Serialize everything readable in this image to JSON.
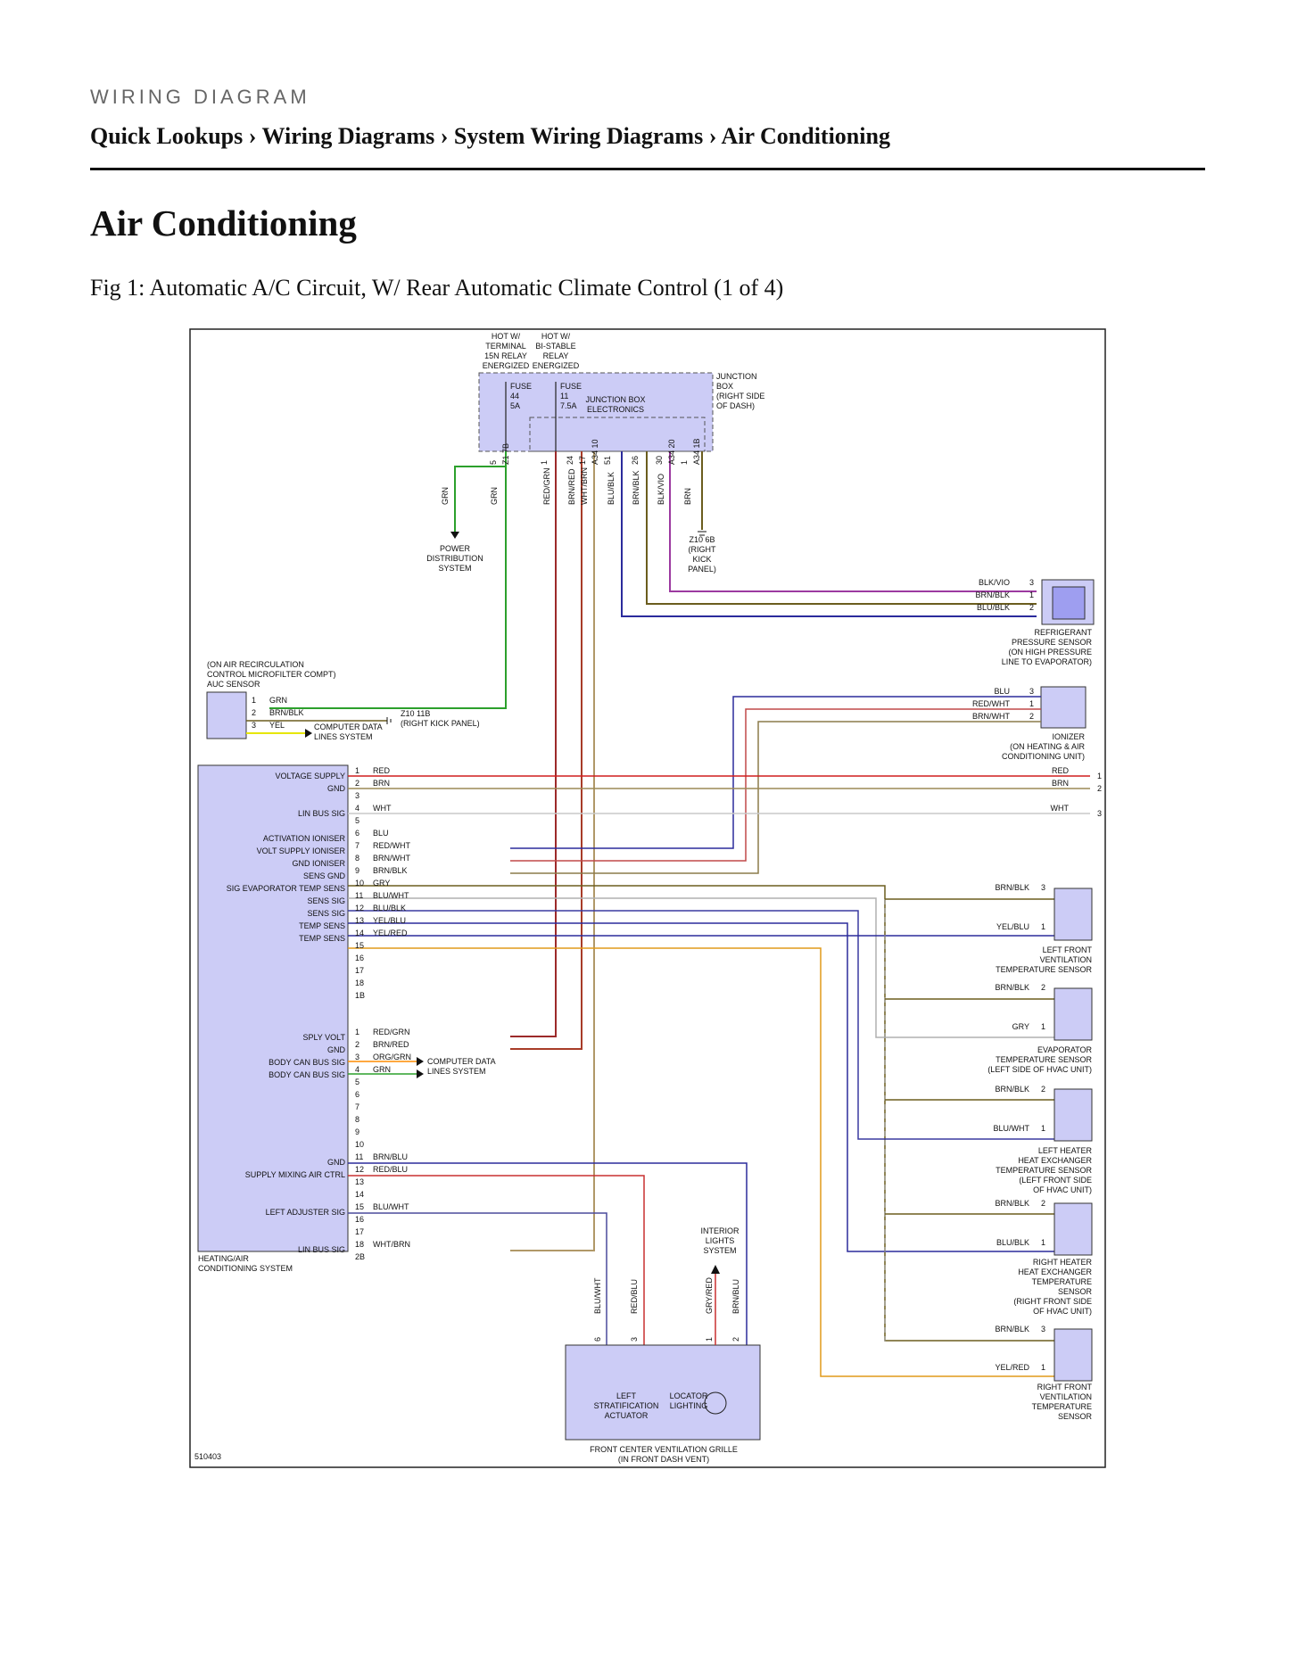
{
  "header": {
    "kicker": "WIRING DIAGRAM",
    "breadcrumb": [
      "Quick Lookups",
      "Wiring Diagrams",
      "System Wiring Diagrams",
      "Air Conditioning"
    ],
    "separator": "›"
  },
  "page_title": "Air Conditioning",
  "figure_caption": "Fig 1: Automatic A/C Circuit, W/ Rear Automatic Climate Control (1 of 4)",
  "diagram": {
    "figure_id": "510403",
    "junction_box": {
      "hot_labels": [
        [
          "HOT W/",
          "TERMINAL",
          "15N RELAY",
          "ENERGIZED"
        ],
        [
          "HOT W/",
          "BI-STABLE",
          "RELAY",
          "ENERGIZED"
        ]
      ],
      "fuses": [
        [
          "FUSE",
          "44",
          "5A"
        ],
        [
          "FUSE",
          "11",
          "7.5A"
        ]
      ],
      "electronics": [
        "JUNCTION BOX",
        "ELECTRONICS"
      ],
      "name": [
        "JUNCTION",
        "BOX",
        "(RIGHT SIDE",
        "OF DASH)"
      ],
      "pins": [
        "5",
        "Z1 7B",
        "1",
        "24",
        "17",
        "A34 10",
        "51",
        "26",
        "30",
        "A34 20",
        "1",
        "A34 1B"
      ]
    },
    "power_distribution": [
      "POWER",
      "DISTRIBUTION",
      "SYSTEM"
    ],
    "ground_z10_6b": [
      "Z10 6B",
      "(RIGHT",
      "KICK",
      "PANEL)"
    ],
    "ground_z10_11b": [
      "Z10 11B",
      "(RIGHT KICK PANEL)"
    ],
    "refrigerant_sensor": {
      "name": [
        "REFRIGERANT",
        "PRESSURE SENSOR",
        "(ON HIGH PRESSURE",
        "LINE TO EVAPORATOR)"
      ],
      "pins": [
        [
          "BLK/VIO",
          "3"
        ],
        [
          "BRN/BLK",
          "1"
        ],
        [
          "BLU/BLK",
          "2"
        ]
      ]
    },
    "ionizer": {
      "name": [
        "IONIZER",
        "(ON HEATING & AIR",
        "CONDITIONING UNIT)"
      ],
      "pins": [
        [
          "BLU",
          "3"
        ],
        [
          "RED/WHT",
          "1"
        ],
        [
          "BRN/WHT",
          "2"
        ]
      ]
    },
    "auc_sensor": {
      "name": [
        "(ON AIR RECIRCULATION",
        "CONTROL MICROFILTER COMPT)",
        "AUC SENSOR"
      ],
      "pins": [
        [
          "1",
          "GRN"
        ],
        [
          "2",
          "BRN/BLK"
        ],
        [
          "3",
          "YEL"
        ]
      ],
      "data_label": [
        "COMPUTER DATA",
        "LINES SYSTEM"
      ]
    },
    "hvac_module": {
      "name": [
        "HEATING/AIR",
        "CONDITIONING SYSTEM"
      ],
      "functions_a": [
        "VOLTAGE SUPPLY",
        "GND",
        "",
        "LIN BUS SIG",
        "",
        "ACTIVATION IONISER",
        "VOLT SUPPLY IONISER",
        "GND IONISER",
        "SENS GND",
        "SIG EVAPORATOR TEMP SENS",
        "SENS SIG",
        "SENS SIG",
        "TEMP SENS",
        "TEMP SENS",
        "",
        "",
        "",
        "",
        ""
      ],
      "pins_a": [
        "1",
        "2",
        "3",
        "4",
        "5",
        "6",
        "7",
        "8",
        "9",
        "10",
        "11",
        "12",
        "13",
        "14",
        "15",
        "16",
        "17",
        "18",
        "1B"
      ],
      "wires_a": [
        "RED",
        "BRN",
        "",
        "WHT",
        "",
        "BLU",
        "RED/WHT",
        "BRN/WHT",
        "BRN/BLK",
        "GRY",
        "BLU/WHT",
        "BLU/BLK",
        "YEL/BLU",
        "YEL/RED",
        "",
        "",
        "",
        "",
        ""
      ],
      "functions_b": [
        "SPLY VOLT",
        "GND",
        "BODY CAN BUS SIG",
        "BODY CAN BUS SIG",
        "",
        "",
        "",
        "",
        "",
        "",
        "GND",
        "SUPPLY MIXING AIR CTRL",
        "",
        "",
        "LEFT ADJUSTER SIG",
        "",
        "",
        "LIN BUS SIG",
        ""
      ],
      "pins_b": [
        "1",
        "2",
        "3",
        "4",
        "5",
        "6",
        "7",
        "8",
        "9",
        "10",
        "11",
        "12",
        "13",
        "14",
        "15",
        "16",
        "17",
        "18",
        "2B"
      ],
      "wires_b": [
        "RED/GRN",
        "BRN/RED",
        "ORG/GRN",
        "GRN",
        "",
        "",
        "",
        "",
        "",
        "",
        "BRN/BLU",
        "RED/BLU",
        "",
        "",
        "BLU/WHT",
        "",
        "",
        "WHT/BRN",
        ""
      ],
      "data_label": [
        "COMPUTER DATA",
        "LINES SYSTEM"
      ]
    },
    "right_out": [
      [
        "RED",
        "1"
      ],
      [
        "BRN",
        "2"
      ],
      [
        "WHT",
        "3"
      ]
    ],
    "temp_sensors": [
      {
        "name": [
          "LEFT FRONT",
          "VENTILATION",
          "TEMPERATURE SENSOR"
        ],
        "pins": [
          [
            "BRN/BLK",
            "3"
          ],
          [
            "YEL/BLU",
            "1"
          ]
        ]
      },
      {
        "name": [
          "EVAPORATOR",
          "TEMPERATURE SENSOR",
          "(LEFT SIDE OF HVAC UNIT)"
        ],
        "pins": [
          [
            "BRN/BLK",
            "2"
          ],
          [
            "GRY",
            "1"
          ]
        ]
      },
      {
        "name": [
          "LEFT HEATER",
          "HEAT EXCHANGER",
          "TEMPERATURE SENSOR",
          "(LEFT FRONT SIDE",
          "OF HVAC UNIT)"
        ],
        "pins": [
          [
            "BRN/BLK",
            "2"
          ],
          [
            "BLU/WHT",
            "1"
          ]
        ]
      },
      {
        "name": [
          "RIGHT HEATER",
          "HEAT EXCHANGER",
          "TEMPERATURE",
          "SENSOR",
          "(RIGHT FRONT SIDE",
          "OF HVAC UNIT)"
        ],
        "pins": [
          [
            "BRN/BLK",
            "2"
          ],
          [
            "BLU/BLK",
            "1"
          ]
        ]
      },
      {
        "name": [
          "RIGHT FRONT",
          "VENTILATION",
          "TEMPERATURE",
          "SENSOR"
        ],
        "pins": [
          [
            "BRN/BLK",
            "3"
          ],
          [
            "YEL/RED",
            "1"
          ]
        ]
      }
    ],
    "vent_grille": {
      "name": [
        "FRONT CENTER VENTILATION GRILLE",
        "(IN FRONT DASH VENT)"
      ],
      "actuator": [
        "LEFT",
        "STRATIFICATION",
        "ACTUATOR"
      ],
      "locator": [
        "LOCATOR",
        "LIGHTING"
      ],
      "wires": [
        [
          "BLU/WHT",
          "6"
        ],
        [
          "RED/BLU",
          "3"
        ],
        [
          "GRY/RED",
          "1"
        ],
        [
          "BRN/BLU",
          "2"
        ]
      ]
    },
    "interior_lights": [
      "INTERIOR",
      "LIGHTS",
      "SYSTEM"
    ],
    "jb_wire_colors": [
      "GRN",
      "GRN",
      "RED/GRN",
      "BRN/RED",
      "WHT/BRN",
      "BLU/BLK",
      "BRN/BLK",
      "BLK/VIO",
      "BRN"
    ]
  }
}
